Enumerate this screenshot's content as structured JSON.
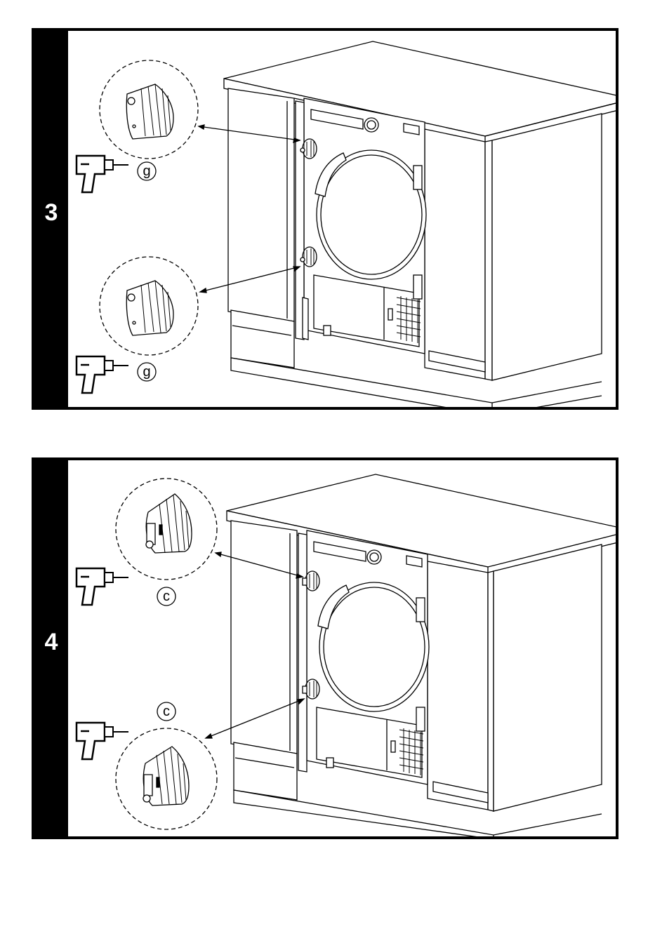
{
  "steps": [
    {
      "number": "3",
      "callout_top": "g",
      "callout_bottom": "g"
    },
    {
      "number": "4",
      "callout_top": "c",
      "callout_bottom": "c"
    }
  ]
}
